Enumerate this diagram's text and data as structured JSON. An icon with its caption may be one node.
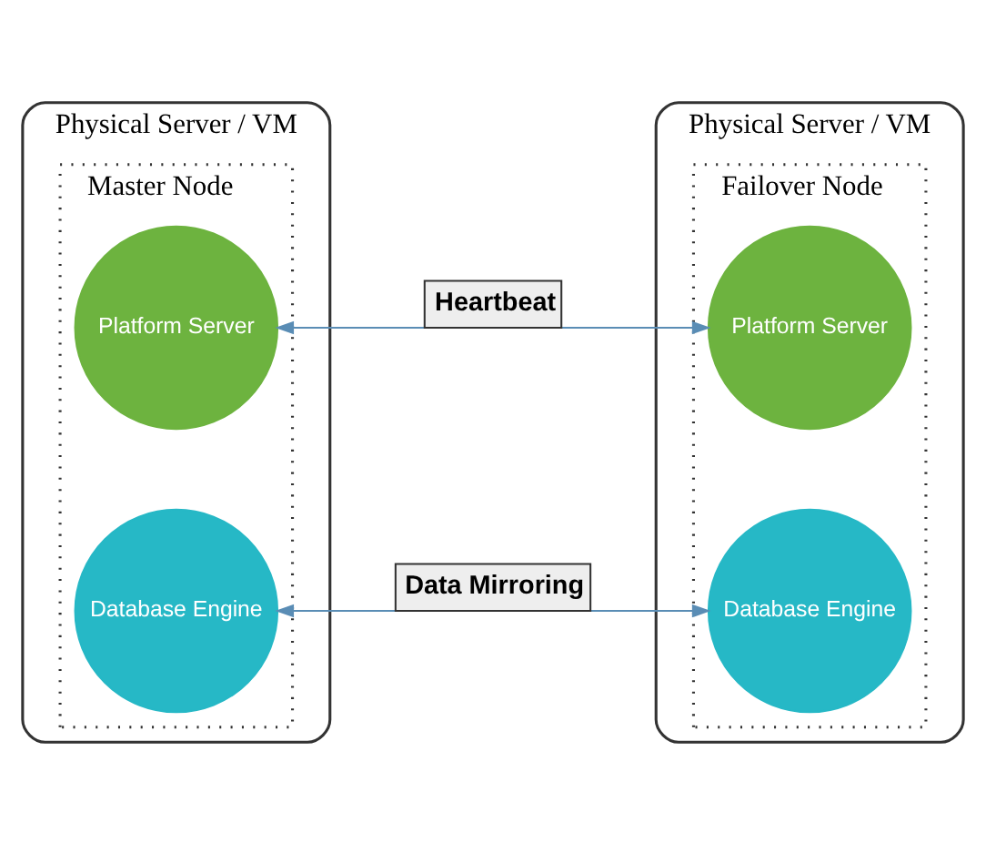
{
  "diagram": {
    "nodes": [
      {
        "text": [
          "Physical Server / VM"
        ]
      },
      {
        "text": [
          "Master Node"
        ],
        "in": 0
      },
      {
        "text": [
          "Platform Server"
        ],
        "in": 1
      },
      {
        "text": [
          "Database Engine"
        ],
        "in": 1
      },
      {
        "text": [
          "Physical Server / VM"
        ]
      },
      {
        "text": [
          "Failover Node"
        ],
        "in": 4
      },
      {
        "text": [
          "Platform Server"
        ],
        "in": 5
      },
      {
        "text": [
          "Database Engine"
        ],
        "in": 5
      }
    ],
    "edges": [
      {
        "from": 2,
        "to": 6,
        "arrow": "both",
        "label": "Heartbeat"
      },
      {
        "from": 3,
        "to": 7,
        "arrow": "both",
        "label": "Data Mirroring"
      }
    ]
  }
}
